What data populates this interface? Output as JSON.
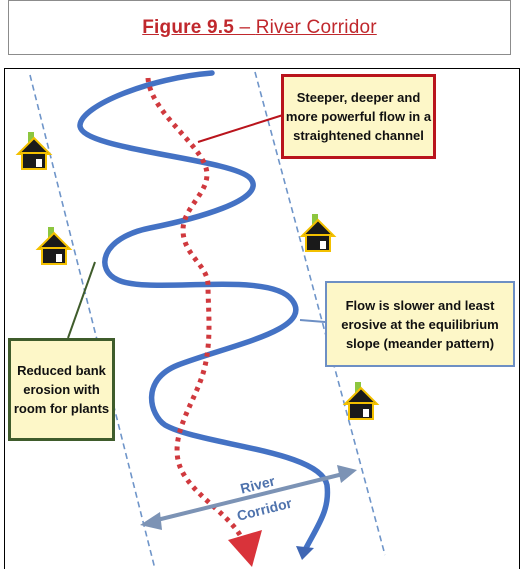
{
  "figure": {
    "number": "Figure 9.5",
    "separator": " – ",
    "name": "River Corridor"
  },
  "callouts": {
    "straightened": "Steeper, deeper and more powerful flow in a straightened channel",
    "meander": "Flow is slower and least erosive at the equilibrium slope (meander pattern)",
    "reduced_erosion": "Reduced bank erosion with room for plants"
  },
  "corridor_label": {
    "line1": "River",
    "line2": "Corridor"
  },
  "icons": [
    "house-icon",
    "house-icon",
    "house-icon",
    "house-icon"
  ],
  "colors": {
    "meander": "#4472c4",
    "straightened": "#d0393e",
    "corridor_lines": "#6f95c9",
    "title": "#c0282d",
    "callout_fill": "#fdf7c8"
  }
}
